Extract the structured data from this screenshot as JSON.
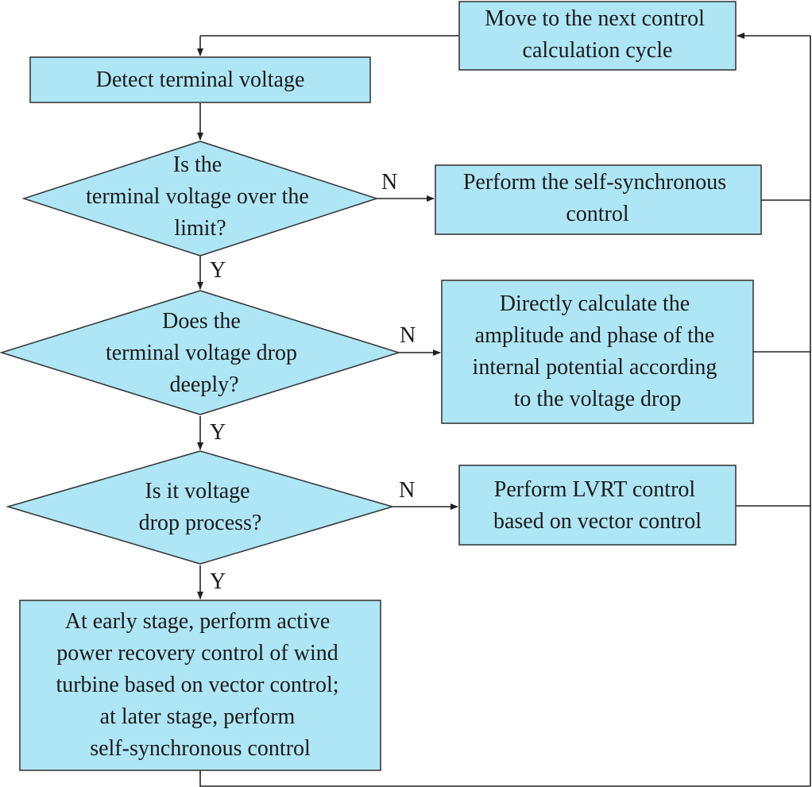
{
  "nodes": {
    "next_cycle": [
      "Move to the next control",
      "calculation cycle"
    ],
    "detect": [
      "Detect terminal voltage"
    ],
    "over_limit": [
      "Is the",
      "terminal voltage over the",
      "limit?"
    ],
    "self_sync": [
      "Perform the self-synchronous",
      "control"
    ],
    "drop_deeply": [
      "Does the",
      "terminal voltage drop",
      "deeply?"
    ],
    "direct_calc": [
      "Directly calculate the",
      "amplitude and phase of the",
      "internal potential according",
      "to the voltage drop"
    ],
    "drop_process": [
      "Is it voltage",
      "drop process?"
    ],
    "lvrt": [
      "Perform LVRT control",
      "based on vector control"
    ],
    "recovery": [
      "At early stage, perform active",
      "power recovery control of wind",
      "turbine based on vector control;",
      "at later stage, perform",
      "self-synchronous control"
    ]
  },
  "branch_labels": {
    "no": "N",
    "yes": "Y"
  },
  "colors": {
    "box_fill": "#aee6f5",
    "stroke": "#3a3a3a"
  }
}
